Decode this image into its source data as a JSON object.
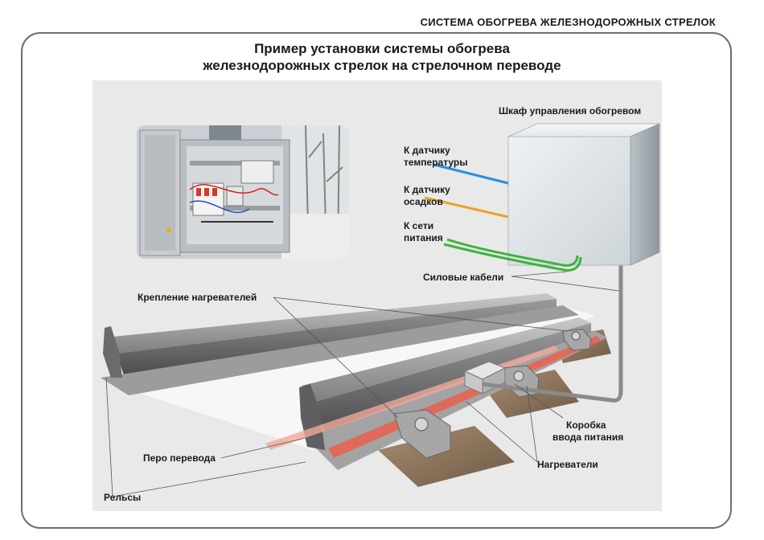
{
  "header": {
    "text": "СИСТЕМА ОБОГРЕВА ЖЕЛЕЗНОДОРОЖНЫХ СТРЕЛОК"
  },
  "title": {
    "line1": "Пример установки системы обогрева",
    "line2": "железнодорожных стрелок на стрелочном переводе"
  },
  "labels": {
    "cabinet": "Шкаф управления обогревом",
    "temp_sensor_1": "К датчику",
    "temp_sensor_2": "температуры",
    "precip_sensor_1": "К датчику",
    "precip_sensor_2": "осадков",
    "mains_1": "К сети",
    "mains_2": "питания",
    "power_cables": "Силовые кабели",
    "heater_mount": "Крепление нагревателей",
    "switch_blade": "Перо перевода",
    "rails": "Рельсы",
    "junction_box_1": "Коробка",
    "junction_box_2": "ввода питания",
    "heaters": "Нагреватели"
  },
  "colors": {
    "temp_wire": "#2a8fd8",
    "precip_wire": "#f0a020",
    "mains_wire": "#3db33d",
    "heater": "#e06a5a",
    "rail": "#8c8c8c",
    "sleeper": "#8a7058"
  }
}
